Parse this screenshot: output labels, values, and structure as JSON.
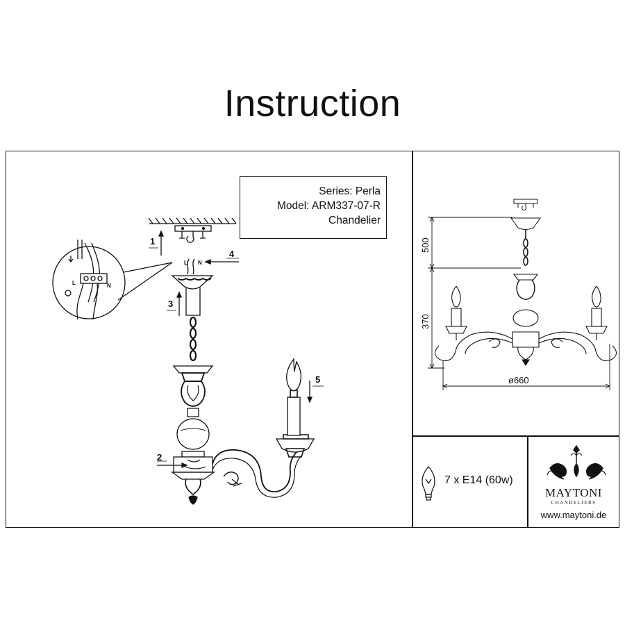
{
  "title": "Instruction",
  "info": {
    "series": "Series: Perla",
    "model": "Model: ARM337-07-R",
    "type": "Chandelier"
  },
  "steps": [
    "1",
    "2",
    "3",
    "4",
    "5"
  ],
  "wire_labels": {
    "live": "L",
    "neutral": "N"
  },
  "dimensions": {
    "chain_length": "500",
    "body_height": "370",
    "diameter": "ø660"
  },
  "spec": {
    "bulbs": "7 x E14 (60w)"
  },
  "brand": {
    "name": "MAYTONI",
    "tagline": "CHANDELIERS",
    "url": "www.maytoni.de"
  }
}
